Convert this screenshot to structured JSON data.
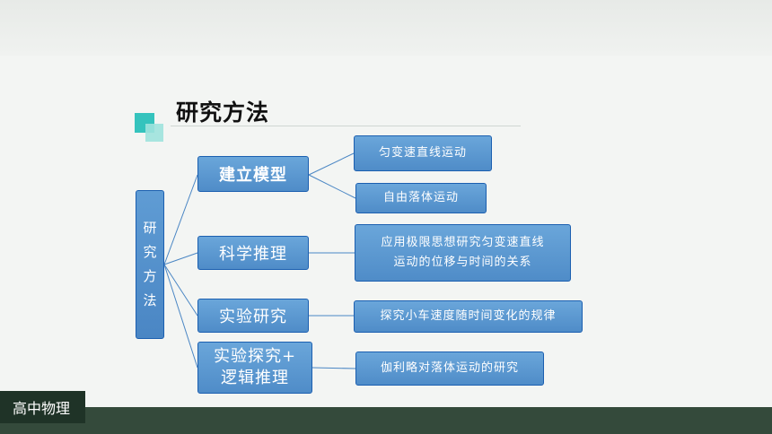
{
  "title": "研究方法",
  "root": {
    "chars": [
      "研",
      "究",
      "方",
      "法"
    ]
  },
  "branches": [
    {
      "label": "建立模型",
      "bold": true,
      "leaves": [
        "匀变速直线运动",
        "自由落体运动"
      ]
    },
    {
      "label": "科学推理",
      "bold": false,
      "leaves": [
        [
          "应用极限思想研究匀变速直线",
          "运动的位移与时间的关系"
        ]
      ]
    },
    {
      "label": "实验研究",
      "bold": false,
      "leaves": [
        "探究小车速度随时间变化的规律"
      ]
    },
    {
      "label": [
        "实验探究+",
        "逻辑推理"
      ],
      "bold": false,
      "leaves": [
        "伽利略对落体运动的研究"
      ]
    }
  ],
  "footer": {
    "course": "高中物理"
  },
  "colors": {
    "box": "#5a96d0",
    "border": "#1b5fb0",
    "accent": "#35c3bd",
    "footer": "#344a3b"
  }
}
